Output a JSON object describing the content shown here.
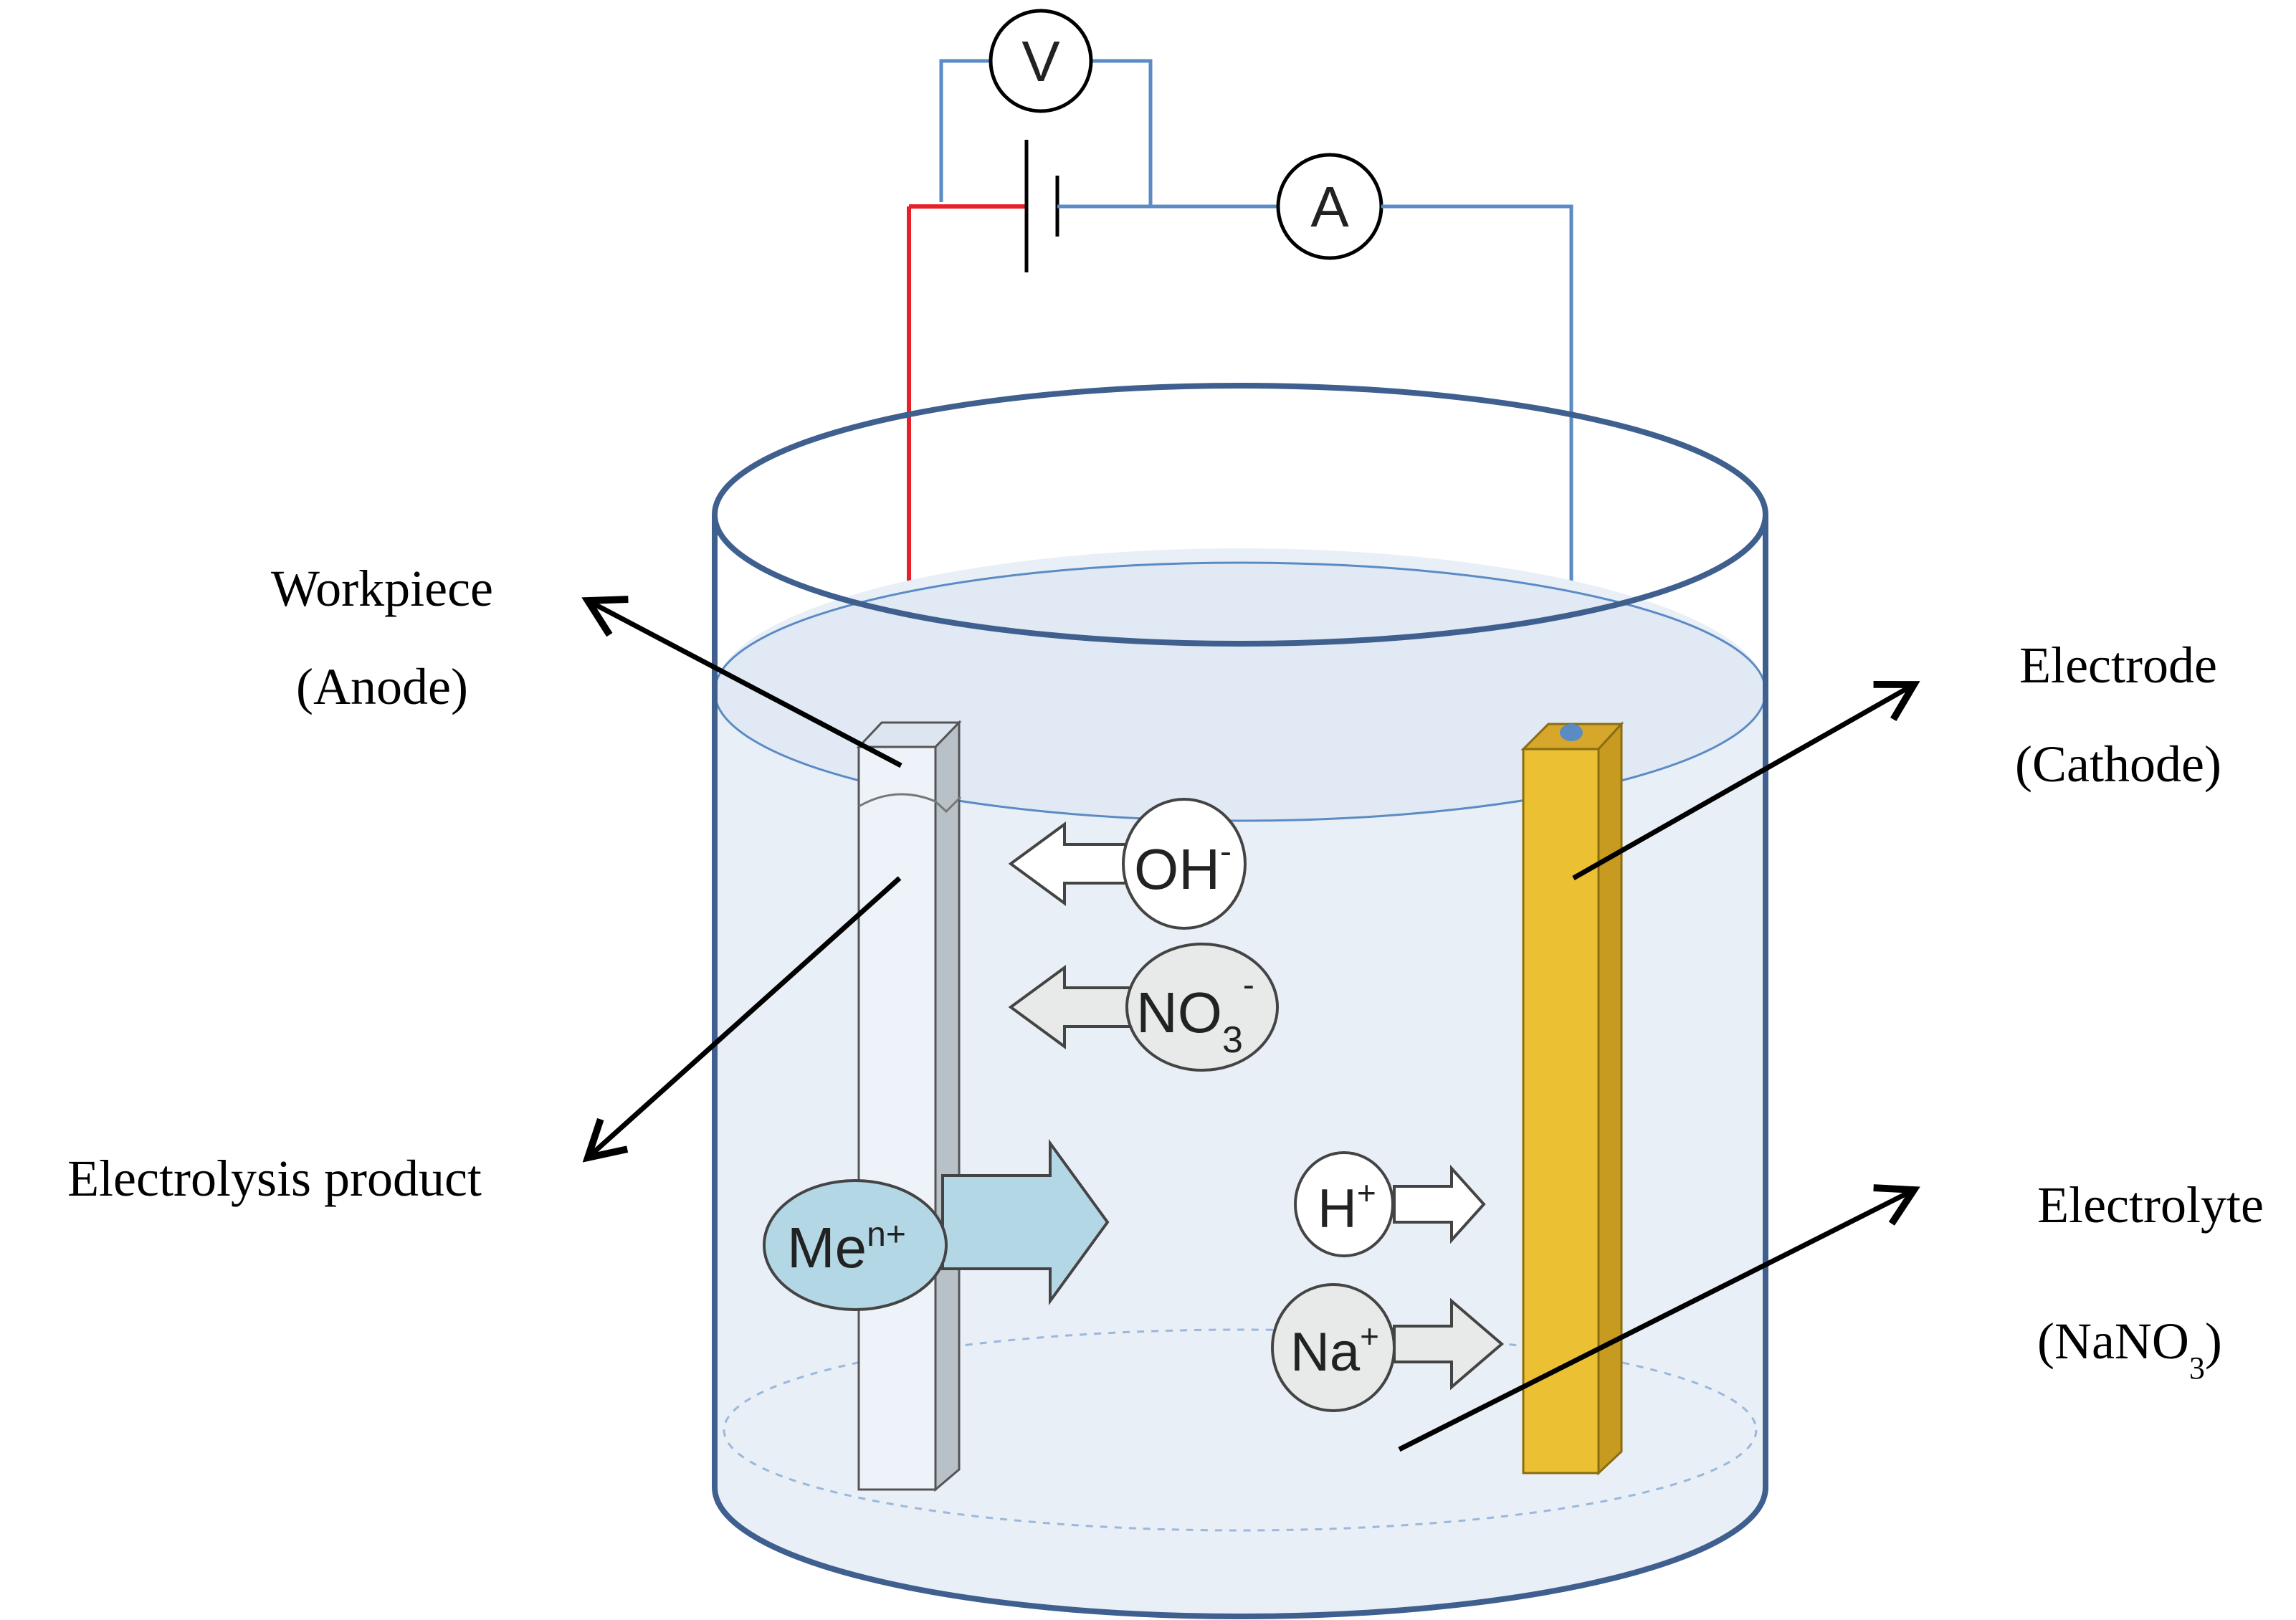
{
  "meters": {
    "voltmeter": "V",
    "ammeter": "A"
  },
  "labels": {
    "workpiece": "Workpiece",
    "anode": "(Anode)",
    "electrode": "Electrode",
    "cathode": "(Cathode)",
    "electrolysis_product": "Electrolysis product",
    "electrolyte": "Electrolyte",
    "electrolyte_formula_open": "(NaNO",
    "electrolyte_formula_sub": "3",
    "electrolyte_formula_close": ")"
  },
  "ions": {
    "hydroxide": {
      "base": "OH",
      "sup": "-"
    },
    "nitrate": {
      "base": "NO",
      "sub": "3",
      "sup": "-"
    },
    "metal": {
      "base": "Me",
      "sup": "n+"
    },
    "hydrogen": {
      "base": "H",
      "sup": "+"
    },
    "sodium": {
      "base": "Na",
      "sup": "+"
    }
  },
  "colors": {
    "positive_wire": "#e8202a",
    "negative_wire": "#5b8bc4",
    "electrolyte_fill": "#e9eff7",
    "cathode": "#ecc033",
    "metal_ion": "#b4d7e6"
  }
}
